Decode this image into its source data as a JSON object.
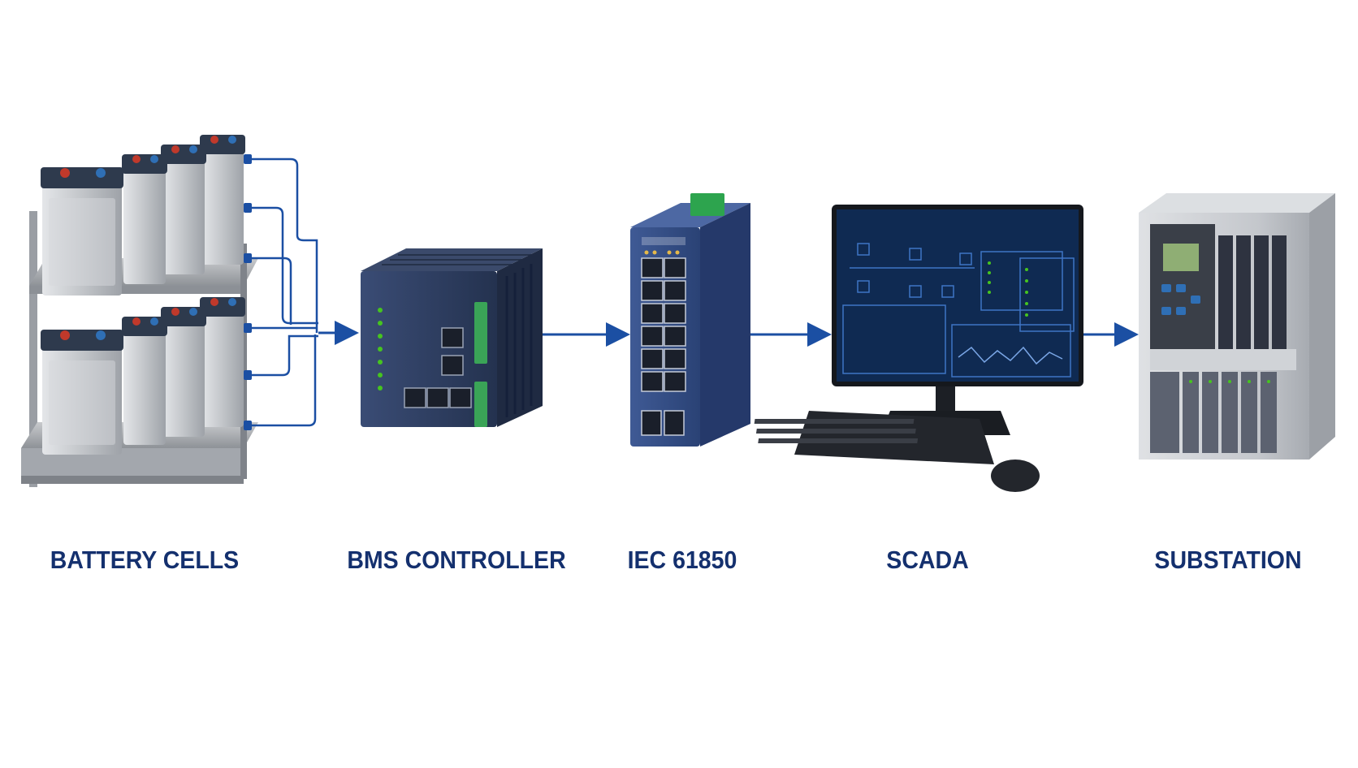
{
  "stages": [
    {
      "id": "battery",
      "label": "BATTERY CELLS"
    },
    {
      "id": "bms",
      "label": "BMS CONTROLLER"
    },
    {
      "id": "iec",
      "label": "IEC 61850"
    },
    {
      "id": "scada",
      "label": "SCADA"
    },
    {
      "id": "substation",
      "label": "SUBSTATION"
    }
  ],
  "colors": {
    "label": "#14306e",
    "arrow": "#1b4fa3",
    "device_navy": "#2d3e63",
    "switch_blue": "#34508a",
    "screen": "#0f2a52",
    "cabinet": "#c9ccd1",
    "battery_body": "#c2c5c9",
    "battery_top": "#2e3a4d",
    "led_green": "#46c41f"
  }
}
